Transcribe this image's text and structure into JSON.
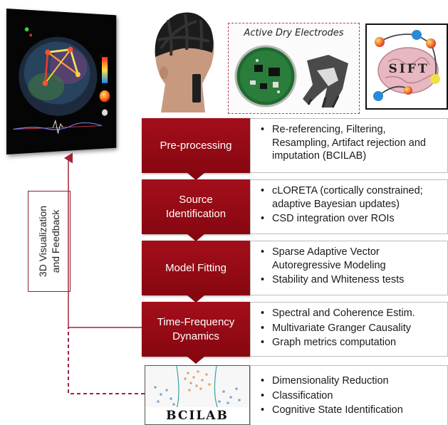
{
  "electrodes": {
    "title": "Active Dry Electrodes"
  },
  "sift": {
    "label": "SIFT"
  },
  "feedback": {
    "label": "3D Visualization\nand Feedback"
  },
  "stages": [
    {
      "label": "Pre-processing",
      "bullets": [
        "Re-referencing, Filtering,\nResampling, Artifact rejection and\nimputation (BCILAB)"
      ]
    },
    {
      "label": "Source\nIdentification",
      "bullets": [
        "cLORETA (cortically constrained;\nadaptive Bayesian updates)",
        "CSD integration over ROIs"
      ]
    },
    {
      "label": "Model Fitting",
      "bullets": [
        "Sparse Adaptive Vector\nAutoregressive Modeling",
        "Stability and Whiteness tests"
      ]
    },
    {
      "label": "Time-Frequency\nDynamics",
      "bullets": [
        "Spectral and Coherence Estim.",
        "Multivariate Granger Causality",
        "Graph metrics computation"
      ]
    }
  ],
  "bcilab": {
    "label": "BCILAB",
    "bullets": [
      "Dimensionality Reduction",
      "Classification",
      "Cognitive State Identification"
    ]
  },
  "colors": {
    "stage": "#9e0c18",
    "arrow": "#a3233a"
  }
}
